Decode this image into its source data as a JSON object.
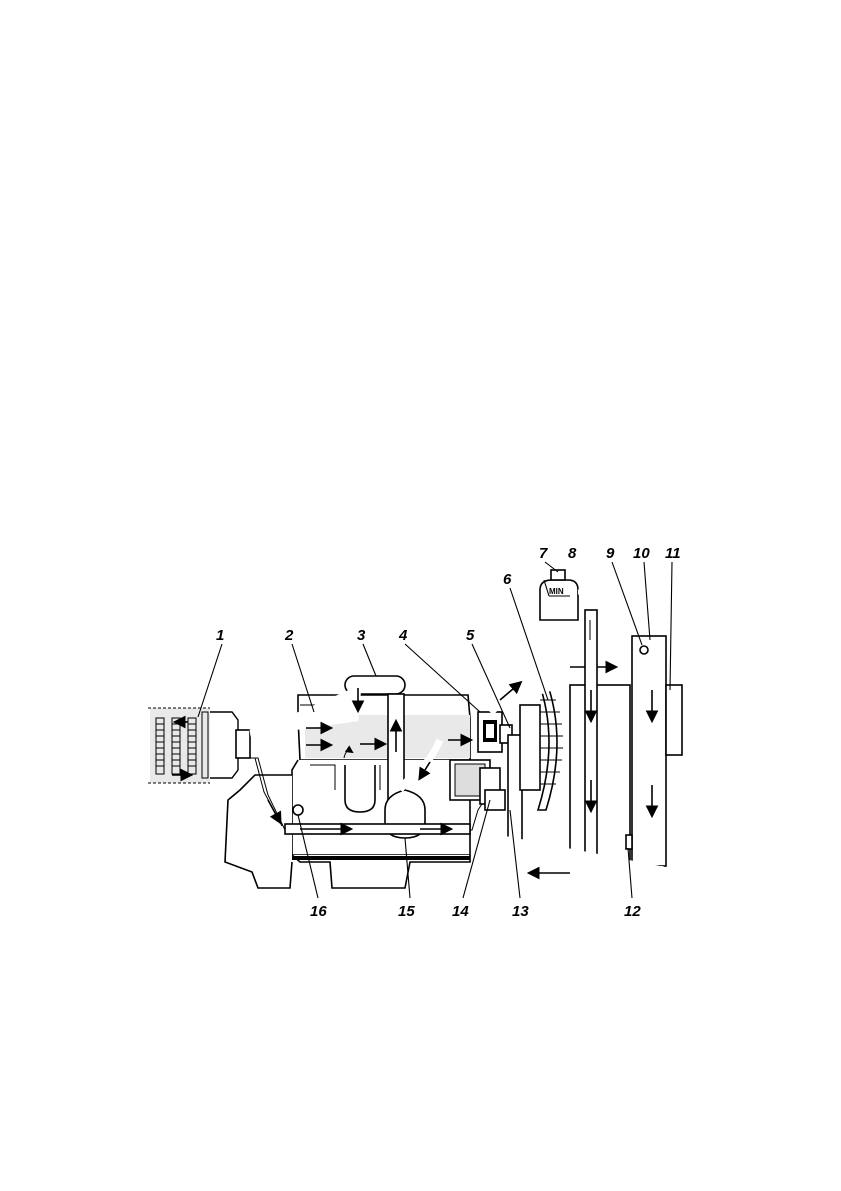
{
  "diagram": {
    "callouts": [
      {
        "id": "1",
        "text": "1"
      },
      {
        "id": "2",
        "text": "2"
      },
      {
        "id": "3",
        "text": "3"
      },
      {
        "id": "4",
        "text": "4"
      },
      {
        "id": "5",
        "text": "5"
      },
      {
        "id": "6",
        "text": "6"
      },
      {
        "id": "7",
        "text": "7"
      },
      {
        "id": "8",
        "text": "8"
      },
      {
        "id": "9",
        "text": "9"
      },
      {
        "id": "10",
        "text": "10"
      },
      {
        "id": "11",
        "text": "11"
      },
      {
        "id": "12",
        "text": "12"
      },
      {
        "id": "13",
        "text": "13"
      },
      {
        "id": "14",
        "text": "14"
      },
      {
        "id": "15",
        "text": "15"
      },
      {
        "id": "16",
        "text": "16"
      }
    ],
    "tank_label": "MIN"
  }
}
